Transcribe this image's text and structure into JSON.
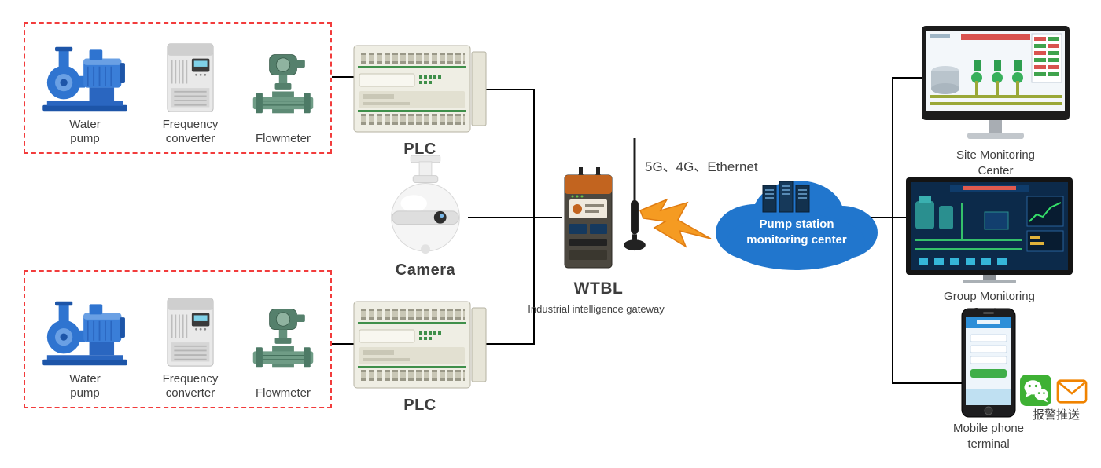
{
  "field_groups": {
    "top": {
      "items": [
        {
          "label": "Water pump"
        },
        {
          "label": "Frequency converter"
        },
        {
          "label": "Flowmeter"
        }
      ]
    },
    "bottom": {
      "items": [
        {
          "label": "Water pump"
        },
        {
          "label": "Frequency converter"
        },
        {
          "label": "Flowmeter"
        }
      ]
    }
  },
  "plc_top": {
    "label": "PLC"
  },
  "plc_bottom": {
    "label": "PLC"
  },
  "camera": {
    "label": "Camera"
  },
  "gateway": {
    "name": "WTBL",
    "description": "Industrial intelligence gateway",
    "connectivity": "5G、4G、Ethernet"
  },
  "cloud": {
    "label": "Pump station monitoring center"
  },
  "terminals": {
    "site": {
      "label": "Site Monitoring Center"
    },
    "group": {
      "label": "Group Monitoring Center"
    },
    "mobile": {
      "label": "Mobile phone terminal",
      "alarm_push": "报警推送"
    }
  },
  "icons": {
    "water_pump": "water-pump-icon",
    "frequency_converter": "frequency-converter-icon",
    "flowmeter": "flowmeter-icon",
    "plc": "plc-icon",
    "camera": "ptz-camera-icon",
    "gateway": "industrial-gateway-icon",
    "antenna": "antenna-icon",
    "lightning": "lightning-bolt-icon",
    "cloud": "cloud-icon",
    "servers": "server-rack-icon",
    "monitor": "monitor-icon",
    "phone": "mobile-phone-icon",
    "wechat": "wechat-icon",
    "mail": "mail-envelope-icon"
  },
  "colors": {
    "dashed_border_red": "#f23c3c",
    "connector_black": "#000000",
    "cloud_blue": "#2176cd",
    "lightning_orange": "#f59b22",
    "wechat_green": "#3eb134",
    "mail_orange": "#f08300",
    "pump_blue": "#2f74d0",
    "flowmeter_green": "#55806c",
    "gateway_orange": "#c2641f"
  }
}
